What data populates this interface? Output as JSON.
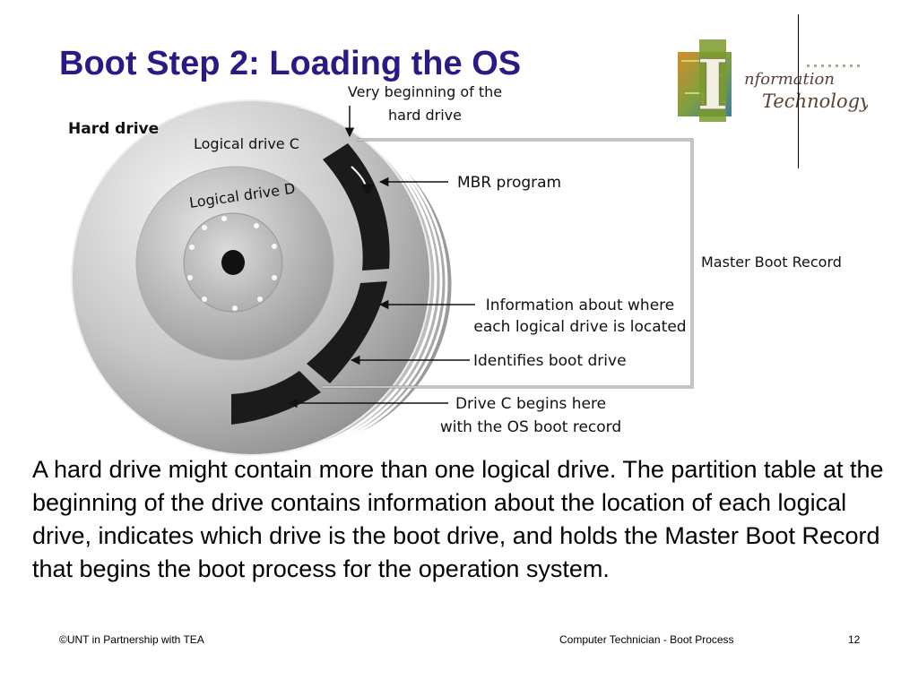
{
  "slide": {
    "title": "Boot Step 2: Loading the OS",
    "body": "A hard drive might contain more than one logical drive. The partition table at the beginning of the drive contains information about the location of each logical drive, indicates which drive is the boot drive, and holds the Master Boot Record that begins the boot process for the operation system."
  },
  "logo": {
    "letter": "I",
    "line1": "nformation",
    "line2": "Technology"
  },
  "diagram": {
    "hard_drive": "Hard drive",
    "logical_c": "Logical drive C",
    "logical_d": "Logical drive D",
    "very_beginning_1": "Very beginning of the",
    "very_beginning_2": "hard drive",
    "mbr_program": "MBR program",
    "master_boot_record": "Master Boot Record",
    "info_where_1": "Information about where",
    "info_where_2": "each logical drive is located",
    "identifies_boot": "Identifies boot drive",
    "drive_c_1": "Drive C begins here",
    "drive_c_2": "with the OS boot record"
  },
  "footer": {
    "left": "©UNT in Partnership with TEA",
    "middle": "Computer Technician - Boot Process",
    "page": "12"
  }
}
